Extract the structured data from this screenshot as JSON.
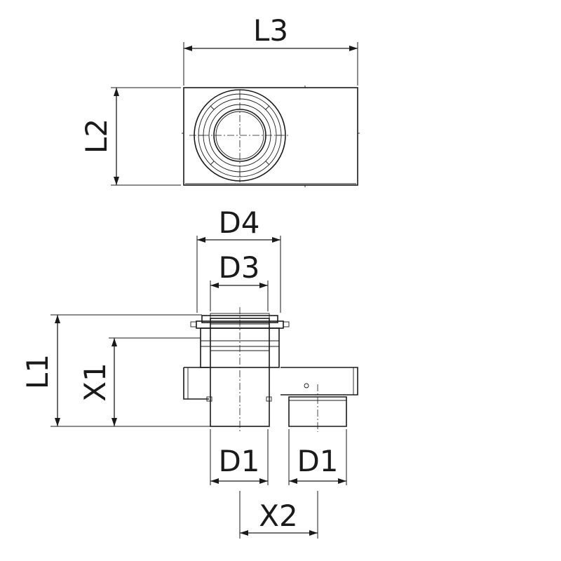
{
  "labels": {
    "L3": "L3",
    "L2": "L2",
    "D4": "D4",
    "D3": "D3",
    "L1": "L1",
    "X1": "X1",
    "D1_left": "D1",
    "D1_right": "D1",
    "X2": "X2"
  }
}
